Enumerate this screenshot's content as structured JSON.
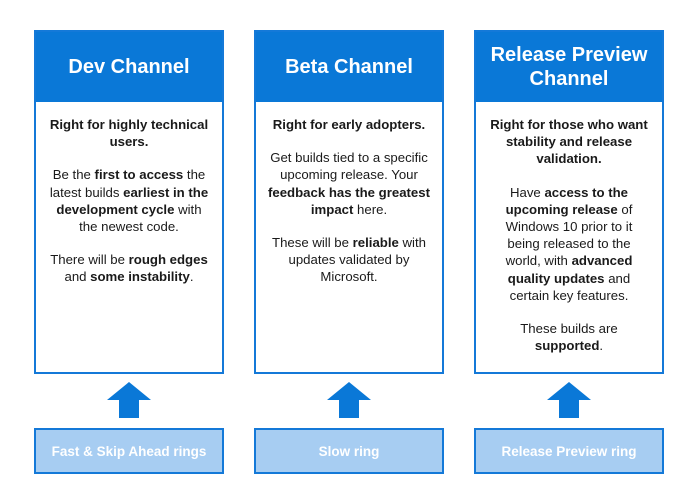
{
  "colors": {
    "header_blue": "#0a78d7",
    "border_blue": "#1479d8",
    "ring_fill": "#a7cdf2"
  },
  "channels": [
    {
      "title": "Dev Channel",
      "lead": "Right for highly technical users.",
      "p1": {
        "t0": "Be the ",
        "b0": "first to access",
        "t1": " the latest builds ",
        "b1": "earliest in the development cycle",
        "t2": " with the newest code."
      },
      "p2": {
        "t0": "There will be ",
        "b0": "rough edges",
        "t1": " and ",
        "b1": "some instability",
        "t2": "."
      },
      "ring": "Fast & Skip Ahead rings"
    },
    {
      "title": "Beta Channel",
      "lead": "Right for early adopters.",
      "p1": {
        "t0": "Get builds tied to a specific upcoming release. Your ",
        "b0": "feedback has the greatest impact",
        "t1": " here."
      },
      "p2": {
        "t0": "These will be ",
        "b0": "reliable",
        "t1": " with updates validated by Microsoft."
      },
      "ring": "Slow ring"
    },
    {
      "title": "Release Preview Channel",
      "lead": "Right for those who want stability and release validation.",
      "p1": {
        "t0": "Have ",
        "b0": "access to the upcoming release",
        "t1": " of Windows 10 prior to it being released to the world, with ",
        "b1": "advanced quality updates",
        "t2": " and certain key features."
      },
      "p2": {
        "t0": "These builds are ",
        "b0": "supported",
        "t1": "."
      },
      "ring": "Release Preview ring"
    }
  ]
}
